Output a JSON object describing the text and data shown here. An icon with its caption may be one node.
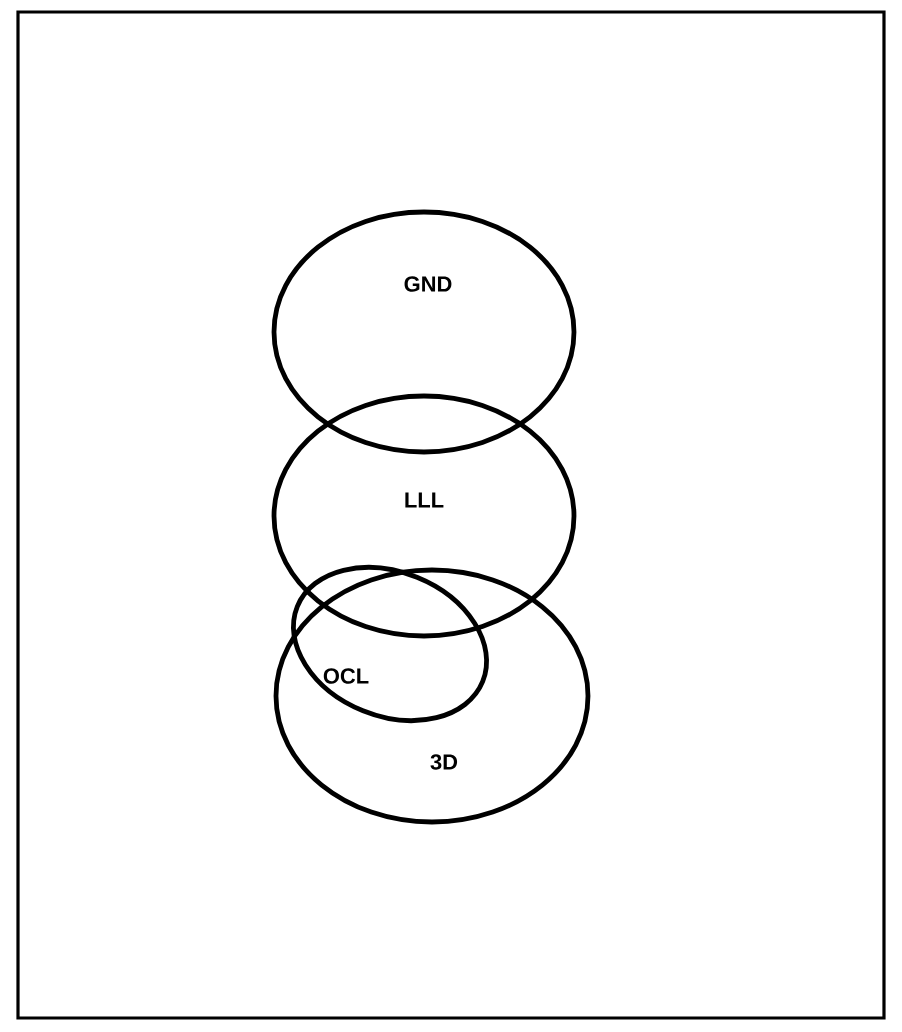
{
  "diagram": {
    "nodes": [
      {
        "text": [
          "GND"
        ]
      },
      {
        "text": [
          "LLL"
        ]
      },
      {
        "text": [
          "3D"
        ]
      },
      {
        "text": [
          "OCL"
        ],
        "in": 2
      }
    ]
  }
}
